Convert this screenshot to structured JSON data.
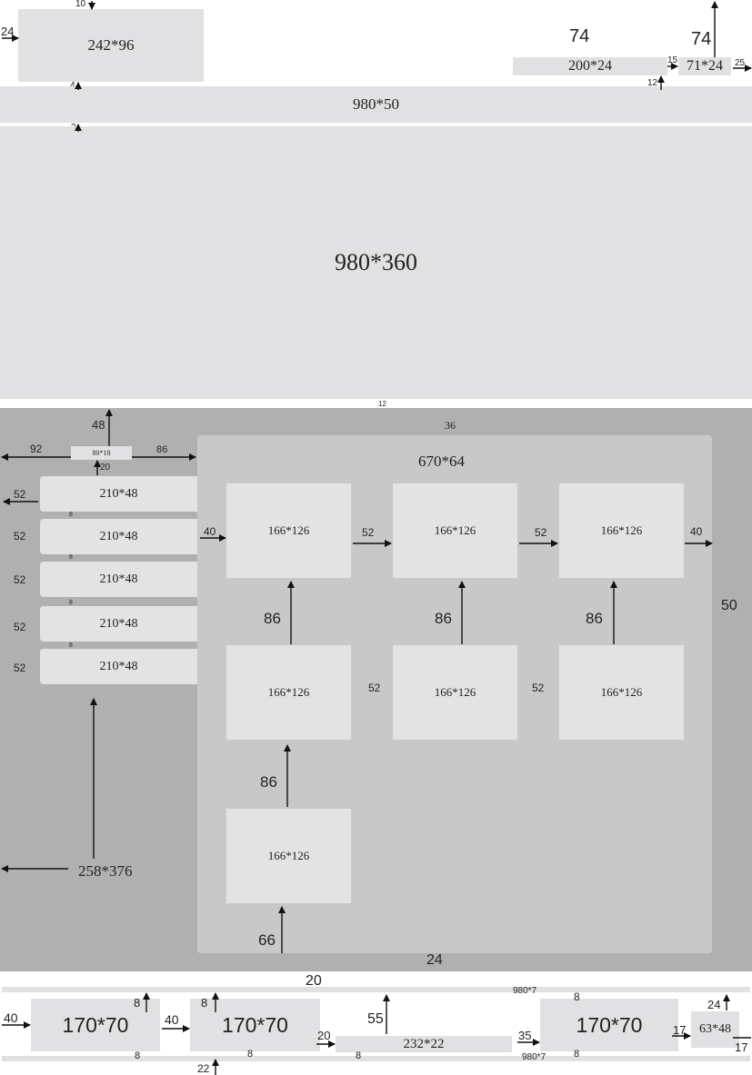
{
  "colors": {
    "page": "#ffffff",
    "light_box": "#e1e1e3",
    "left_panel": "#b0b0b0",
    "content_panel": "#c8c8c8",
    "card": "#e3e3e3",
    "line": "#111111"
  },
  "header": {
    "logo_box": "242*96",
    "logo_top_gap": "10",
    "logo_left_gap": "24",
    "logo_bottom_gap": "4",
    "search_box": "200*24",
    "search_top": "74",
    "button_top": "74",
    "button_box": "71*24",
    "button_gap_left": "15",
    "button_gap_right": "25",
    "button_gap_bottom": "12"
  },
  "nav": {
    "bar": "980*50",
    "gap_below": "3"
  },
  "banner": {
    "box": "980*360",
    "gap_below": "12"
  },
  "main": {
    "left_panel": "258*376",
    "top_gap": "36",
    "small_box": "80*18",
    "small_box_top": "48",
    "small_box_left": "92",
    "small_box_right": "86",
    "small_box_bottom": "20",
    "menu_items": [
      "210*48",
      "210*48",
      "210*48",
      "210*48",
      "210*48"
    ],
    "menu_left_gaps": [
      "52",
      "52",
      "52",
      "52",
      "52"
    ],
    "menu_item_gaps": [
      "8",
      "8",
      "8",
      "8"
    ],
    "content_header": "670*64",
    "content_right_gap": "50",
    "content_bottom_gap": "24",
    "cards": [
      "166*126",
      "166*126",
      "166*126",
      "166*126",
      "166*126",
      "166*126",
      "166*126"
    ],
    "card_left_gap": "40",
    "card_right_gap": "40",
    "card_row_gaps": [
      "52",
      "52"
    ],
    "card_mid_gaps": [
      "52",
      "52"
    ],
    "vertical_gaps": [
      "86",
      "86",
      "86"
    ],
    "vertical_gap_lower": "86",
    "bottom_card_gap": "66"
  },
  "footer": {
    "top_gap": "20",
    "boxes": [
      "170*70",
      "170*70",
      "170*70"
    ],
    "left_gap": "40",
    "mid_gap": "40",
    "box_top_gaps": [
      "8",
      "8",
      "8"
    ],
    "box_bottom_gaps": [
      "8",
      "8",
      "8"
    ],
    "after_second": "20",
    "below_second": "22",
    "search_box": "232*22",
    "search_bottom": "8",
    "search_top": "55",
    "search_right": "35",
    "line_top": "980*7",
    "line_bottom": "980*7",
    "third_right": "17",
    "small_box": "63*48",
    "small_top": "24",
    "small_right": "17"
  }
}
